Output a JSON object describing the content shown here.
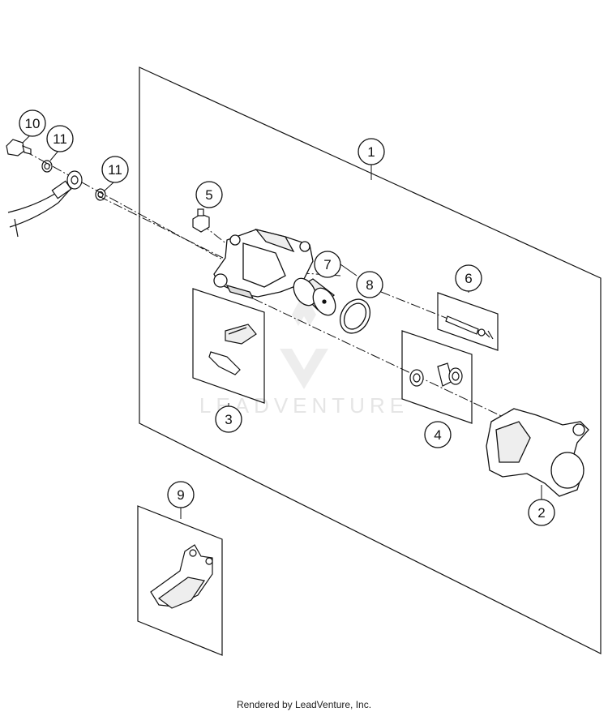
{
  "diagram": {
    "callouts": [
      "1",
      "2",
      "3",
      "4",
      "5",
      "6",
      "7",
      "8",
      "9",
      "10",
      "11",
      "11"
    ],
    "watermark": "LEADVENTURE"
  },
  "footer": "Rendered by LeadVenture, Inc."
}
